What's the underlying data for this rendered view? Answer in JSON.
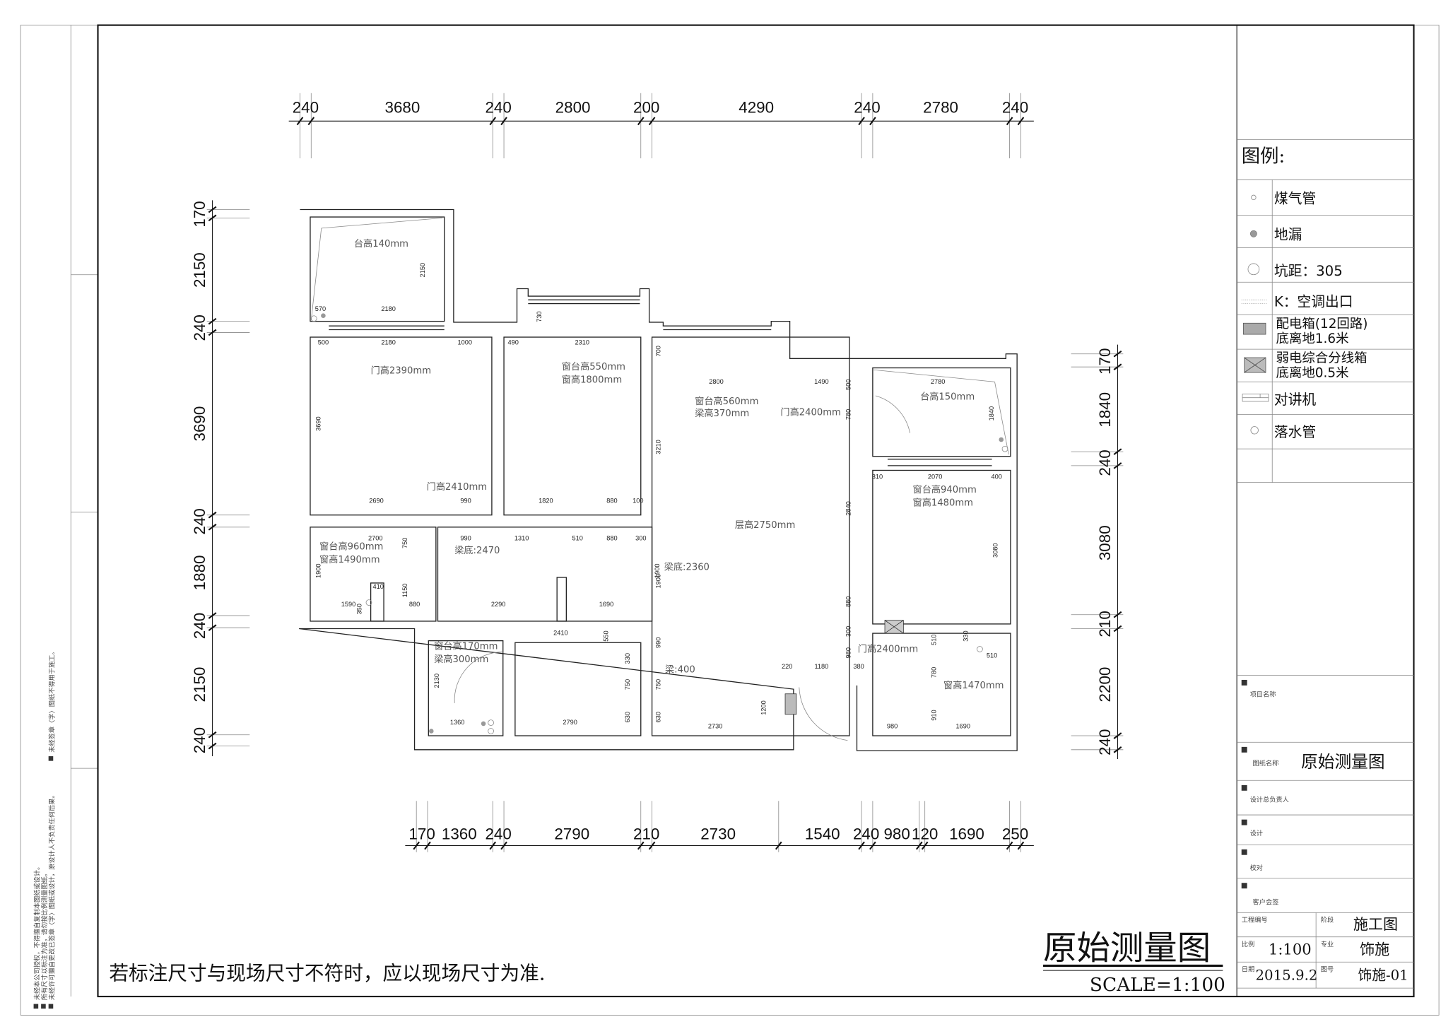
{
  "drawing": {
    "title": "原始测量图",
    "scale": "SCALE=1:100",
    "note": "若标注尺寸与现场尺寸不符时，应以现场尺寸为准."
  },
  "side_notes": [
    "未经本公司授权，不得擅自复制本图纸或设计。",
    "所有尺寸以标注为准，请勿按比例测量图纸。",
    "未经许可擅自更改已签章〈字〉图纸或设计，原设计人不负责任何后果。",
    "未经签章〈字〉图纸不得用于施工。"
  ],
  "dimensions": {
    "top": [
      "240",
      "3680",
      "240",
      "2800",
      "200",
      "4290",
      "240",
      "2780",
      "240"
    ],
    "bottom": [
      "170",
      "1360",
      "240",
      "2790",
      "210",
      "2730",
      "1540",
      "240",
      "980",
      "120",
      "1690",
      "250"
    ],
    "left": [
      "170",
      "2150",
      "240",
      "3690",
      "240",
      "1880",
      "240",
      "2150",
      "240"
    ],
    "right": [
      "170",
      "1840",
      "240",
      "3080",
      "210",
      "2200",
      "240"
    ]
  },
  "plan": {
    "labels": [
      "台高140mm",
      "门高2390mm",
      "窗台高550mm",
      "窗高1800mm",
      "门高2410mm",
      "窗台高560mm",
      "梁高370mm",
      "门高2400mm",
      "台高150mm",
      "窗台高940mm",
      "窗高1480mm",
      "层高2750mm",
      "梁底:2360",
      "窗台高960mm",
      "窗高1490mm",
      "梁底:2470",
      "窗台高170mm",
      "梁高300mm",
      "梁:400",
      "门高2400mm",
      "窗高1470mm"
    ],
    "dims": [
      "570",
      "2180",
      "2150",
      "500",
      "2180",
      "1000",
      "490",
      "2310",
      "730",
      "700",
      "3690",
      "3210",
      "2690",
      "990",
      "1820",
      "880",
      "100",
      "2800",
      "1490",
      "500",
      "2780",
      "780",
      "1840",
      "310",
      "2070",
      "400",
      "2840",
      "3080",
      "880",
      "300",
      "1900",
      "2700",
      "990",
      "1310",
      "510",
      "880",
      "300",
      "750",
      "1900",
      "1900",
      "410",
      "1590",
      "350",
      "1150",
      "880",
      "2290",
      "1690",
      "2410",
      "550",
      "990",
      "330",
      "2130",
      "750",
      "750",
      "1360",
      "2790",
      "630",
      "630",
      "220",
      "1180",
      "380",
      "980",
      "510",
      "330",
      "510",
      "780",
      "1200",
      "910",
      "2730",
      "980",
      "1690"
    ]
  },
  "legend": {
    "title": "图例:",
    "items": [
      {
        "icon": "gas-pipe-icon",
        "lines": [
          "煤气管"
        ]
      },
      {
        "icon": "floor-drain-icon",
        "lines": [
          "地漏"
        ]
      },
      {
        "icon": "toilet-pit-icon",
        "lines": [
          "坑距：305"
        ]
      },
      {
        "icon": "ac-outlet-icon",
        "lines": [
          "K：空调出口"
        ]
      },
      {
        "icon": "distribution-box-icon",
        "lines": [
          "配电箱(12回路)",
          "底离地1.6米"
        ]
      },
      {
        "icon": "weak-current-box-icon",
        "lines": [
          "弱电综合分线箱",
          "底离地0.5米"
        ]
      },
      {
        "icon": "intercom-icon",
        "lines": [
          "对讲机"
        ]
      },
      {
        "icon": "downpipe-icon",
        "lines": [
          "落水管"
        ]
      }
    ]
  },
  "title_block": {
    "project_name_label": "项目名称",
    "drawing_name_label": "图纸名称",
    "drawing_name": "原始测量图",
    "chief_designer_label": "设计总负责人",
    "designer_label": "设计",
    "checker_label": "校对",
    "client_sign_label": "客户会签",
    "project_no_label": "工程编号",
    "stage_label": "阶段",
    "stage": "施工图",
    "scale_label": "比例",
    "scale": "1:100",
    "discipline_label": "专业",
    "discipline": "饰施",
    "date_label": "日期",
    "date": "2015.9.2",
    "sheet_no_label": "图号",
    "sheet_no": "饰施-01"
  }
}
